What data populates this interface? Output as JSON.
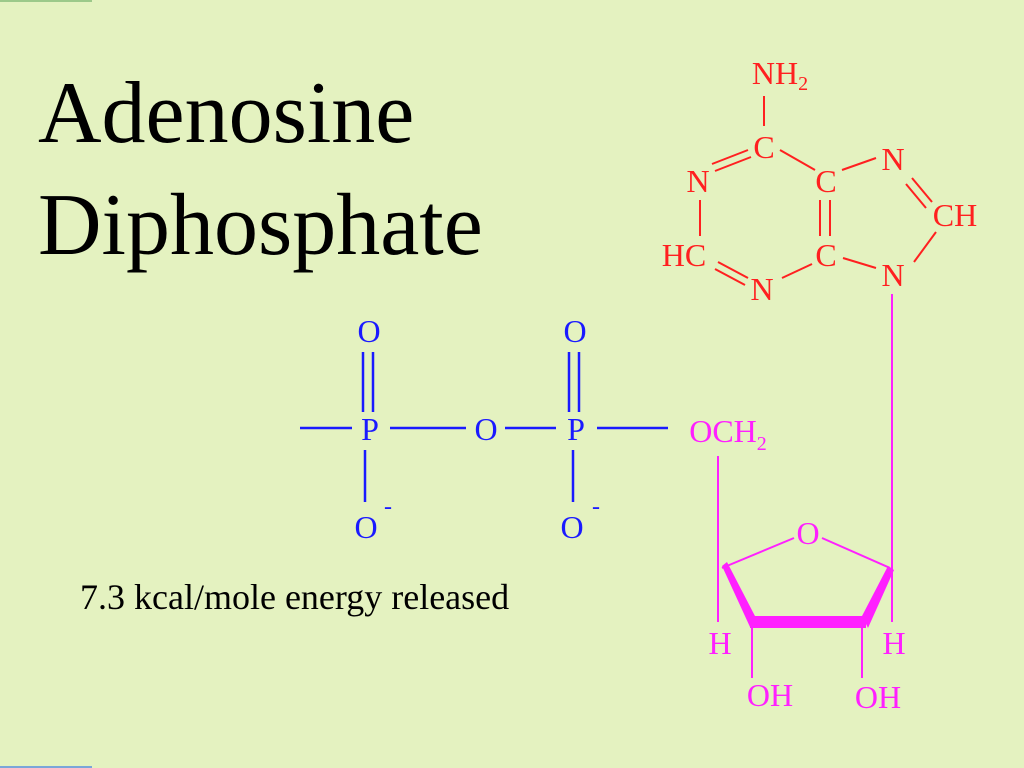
{
  "title": {
    "line1": "Adenosine",
    "line2": "Diphosphate"
  },
  "caption": "7.3 kcal/mole energy released",
  "colors": {
    "background": "#e4f2c0",
    "phosphate": "#1a1aff",
    "adenine": "#ff2020",
    "ribose": "#ff20ff",
    "text": "#000000"
  },
  "phosphate_group": {
    "oxygen_top_1": "O",
    "oxygen_top_2": "O",
    "phosphorus_1": "P",
    "phosphorus_2": "P",
    "bridge_oxygen": "O",
    "oxygen_bottom_1": "O",
    "oxygen_bottom_2": "O",
    "charge_1": "-",
    "charge_2": "-"
  },
  "adenine": {
    "amine_n": "NH",
    "amine_sub": "2",
    "c6": "C",
    "n1": "N",
    "c5": "C",
    "n7": "N",
    "c8": "CH",
    "c2": "HC",
    "c4": "C",
    "n3": "N",
    "n9": "N"
  },
  "ribose": {
    "och": "OCH",
    "och_sub": "2",
    "ring_o": "O",
    "h_left": "H",
    "h_right": "H",
    "oh_left": "OH",
    "oh_right": "OH"
  }
}
